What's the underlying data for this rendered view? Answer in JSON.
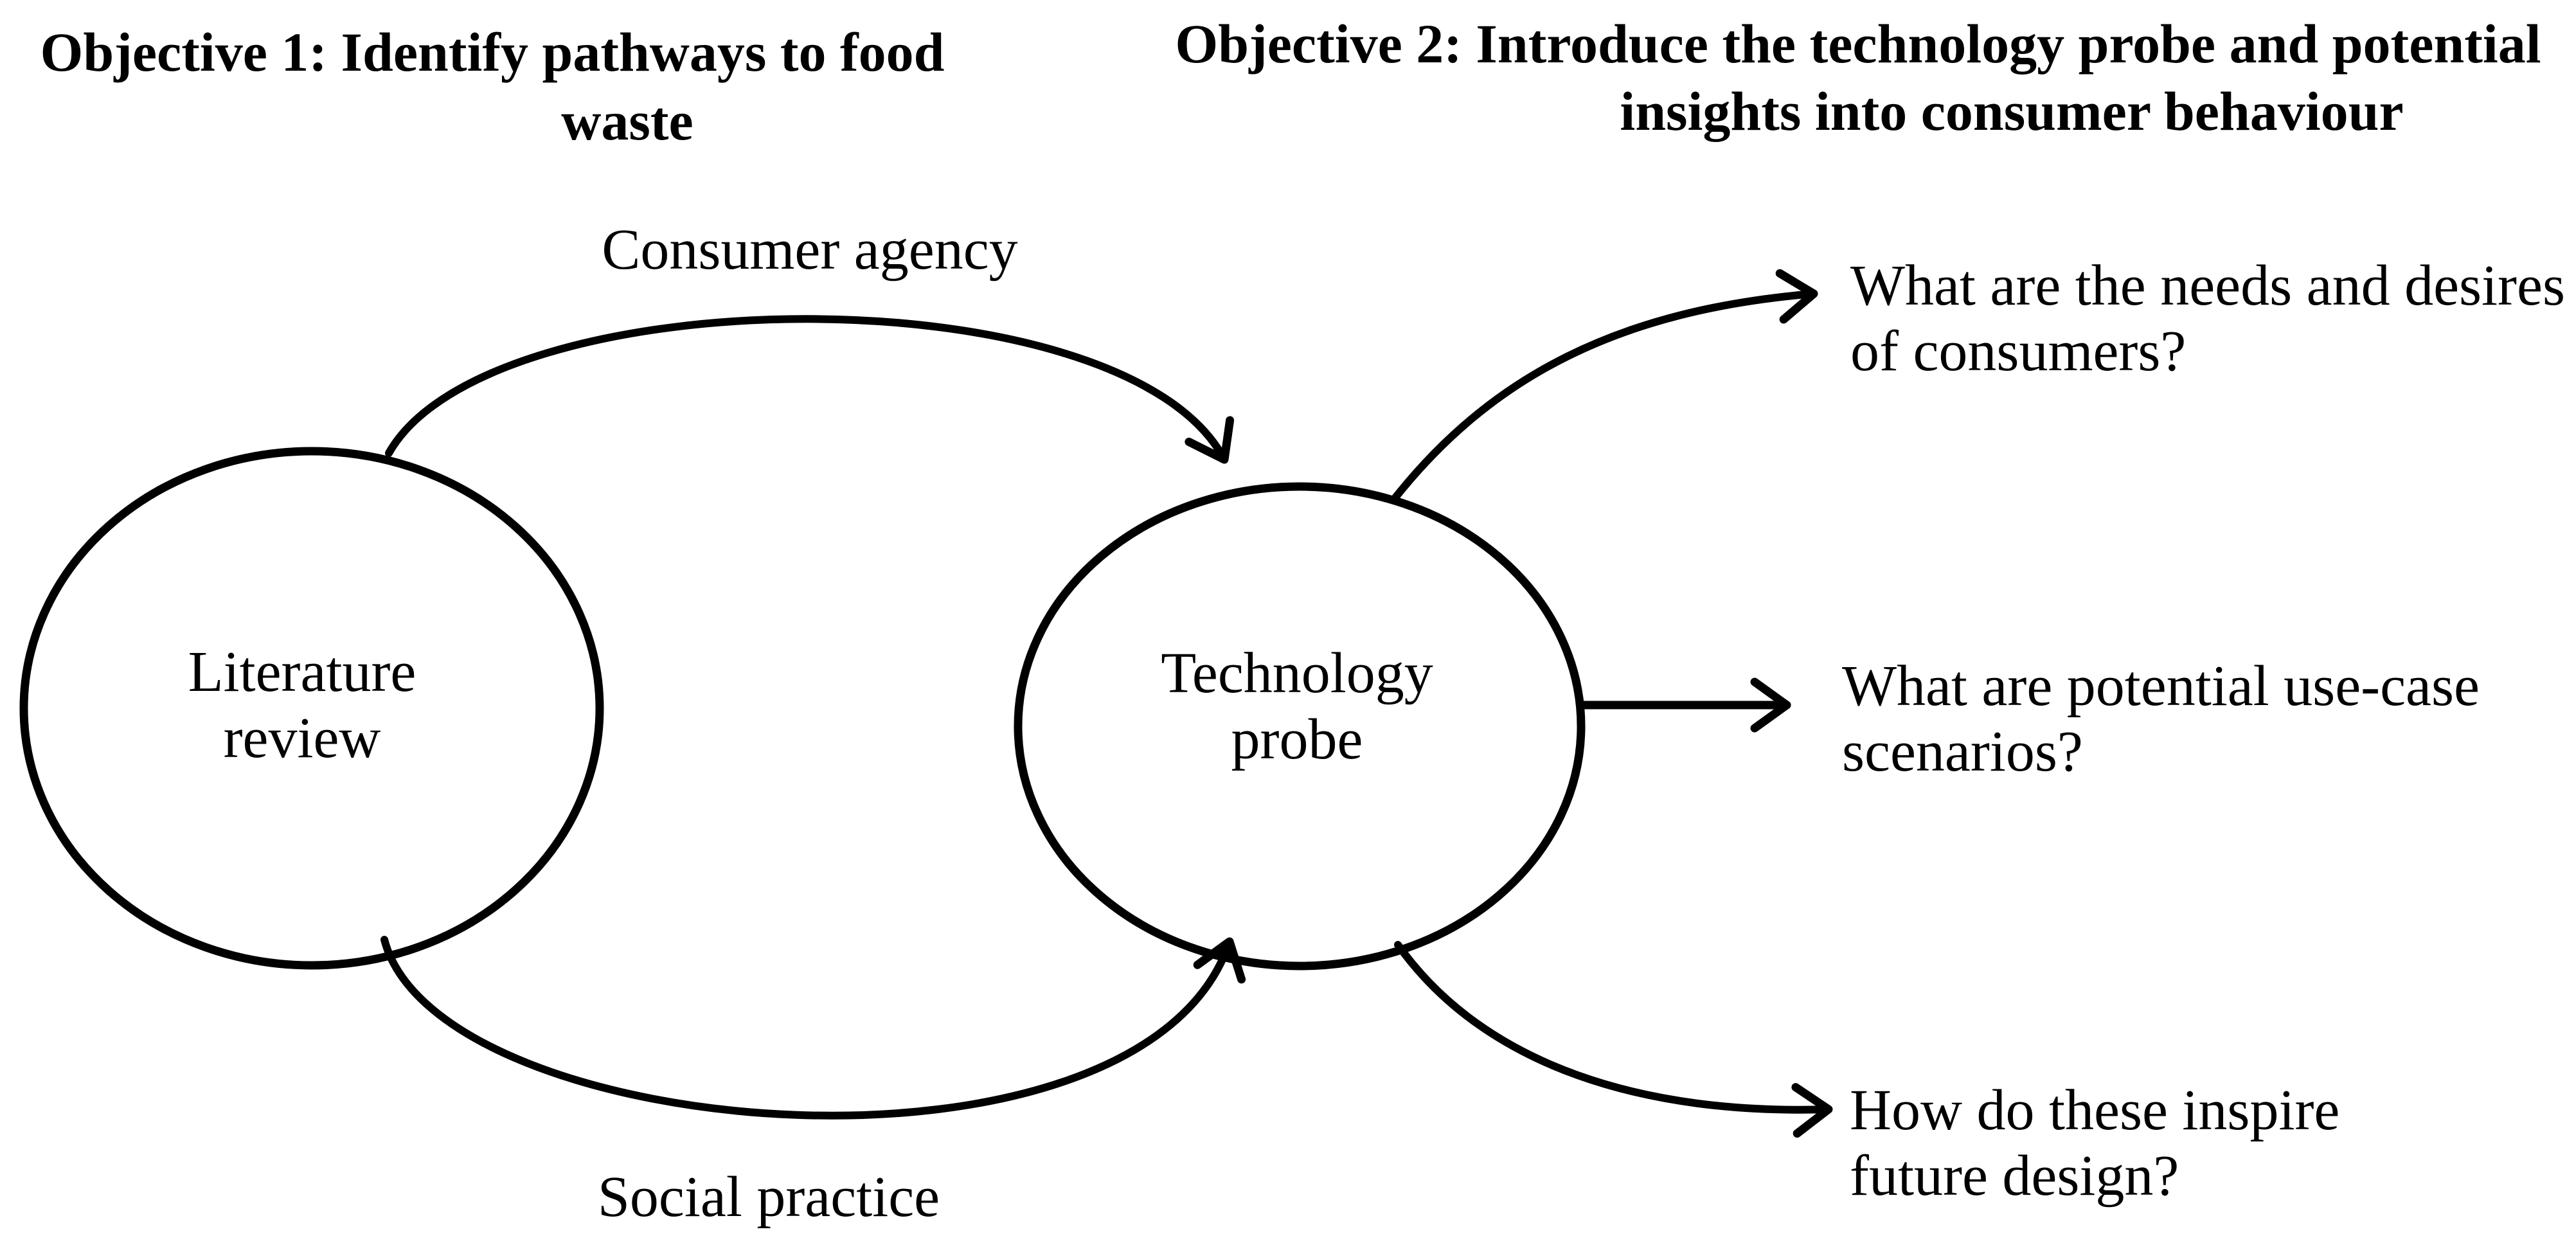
{
  "colors": {
    "ink": "#000000",
    "background": "#ffffff"
  },
  "headings": {
    "objective1": {
      "line1": "Objective 1: Identify pathways to food",
      "line2": "waste"
    },
    "objective2": {
      "line1": "Objective 2: Introduce the technology probe and potential",
      "line2": "insights into consumer behaviour"
    }
  },
  "nodes": {
    "literature_review": {
      "line1": "Literature",
      "line2": "review"
    },
    "technology_probe": {
      "line1": "Technology",
      "line2": "probe"
    }
  },
  "edges": {
    "consumer_agency": "Consumer agency",
    "social_practice": "Social practice"
  },
  "questions": [
    {
      "line1": "What are the needs and desires",
      "line2": "of consumers?"
    },
    {
      "line1": "What are potential use-case",
      "line2": "scenarios?"
    },
    {
      "line1": "How do these inspire",
      "line2": "future design?"
    }
  ]
}
